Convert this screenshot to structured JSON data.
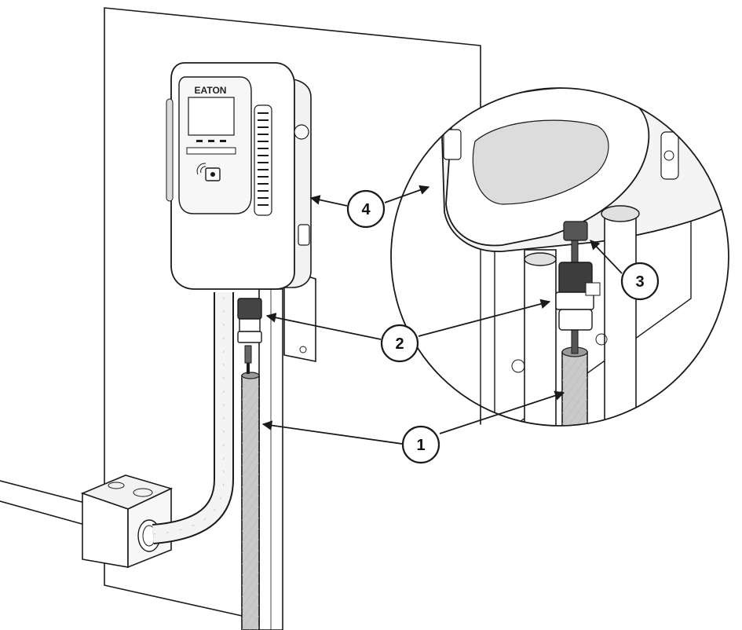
{
  "brand_label": "EATON",
  "callouts": [
    {
      "number": "1"
    },
    {
      "number": "2"
    },
    {
      "number": "3"
    },
    {
      "number": "4"
    }
  ],
  "colors": {
    "line": "#1a1a1a",
    "conduit_fill": "#d9d9d9",
    "conduit_dark": "#8f8f8f",
    "background": "#ffffff"
  }
}
